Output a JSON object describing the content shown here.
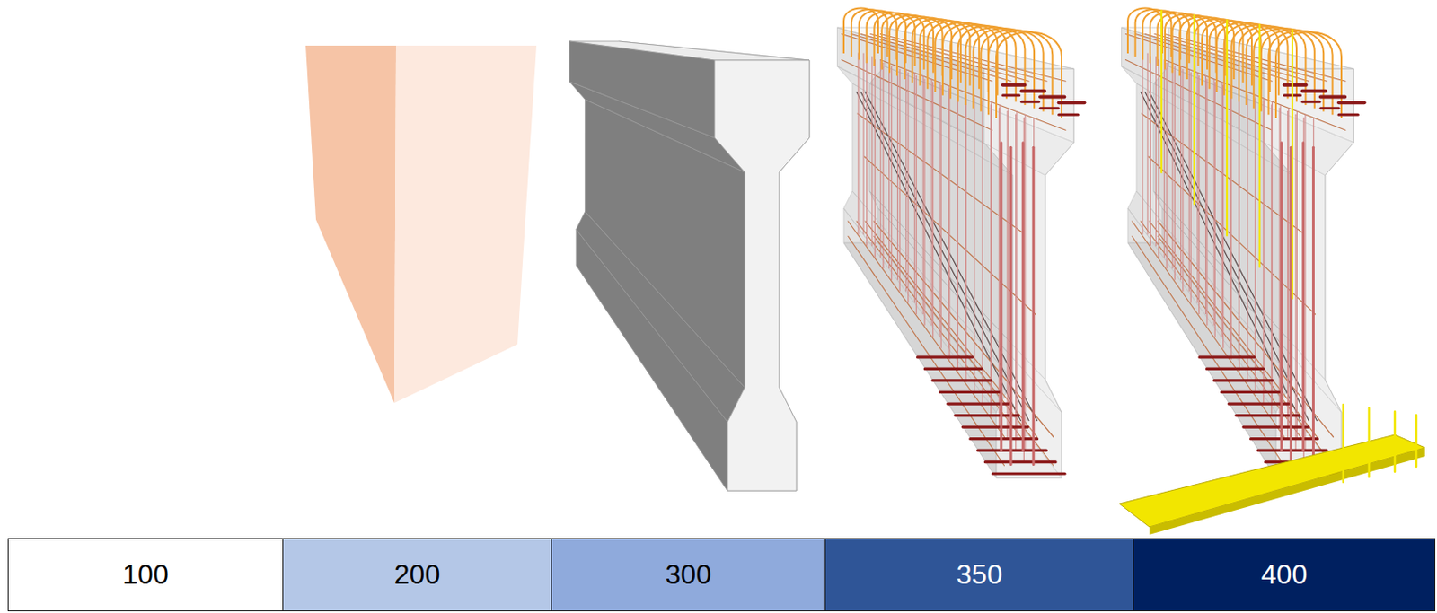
{
  "diagram": {
    "nodes": [
      {
        "text": [
          "100"
        ]
      },
      {
        "text": [
          "200"
        ]
      },
      {
        "text": [
          "300"
        ]
      },
      {
        "text": [
          "350"
        ]
      },
      {
        "text": [
          "400"
        ]
      }
    ]
  }
}
